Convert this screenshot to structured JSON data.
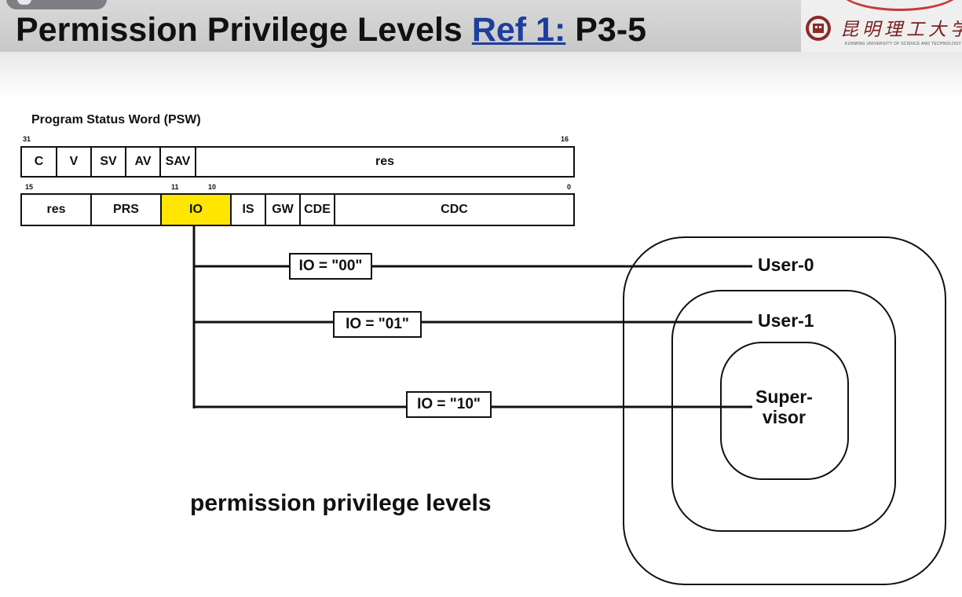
{
  "header": {
    "title": "Permission Privilege Levels",
    "ref_link": "Ref 1:",
    "page_ref": "P3-5",
    "university_name": "昆明理工大学",
    "university_sub": "KUNMING UNIVERSITY OF SCIENCE AND TECHNOLOGY"
  },
  "psw": {
    "title": "Program Status Word (PSW)",
    "upper_bits": {
      "left": "31",
      "right": "16"
    },
    "lower_bits": {
      "left": "15",
      "mid1": "11",
      "mid2": "10",
      "right": "0"
    },
    "upper_fields": [
      "C",
      "V",
      "SV",
      "AV",
      "SAV",
      "res"
    ],
    "lower_fields": [
      "res",
      "PRS",
      "IO",
      "IS",
      "GW",
      "CDE",
      "CDC"
    ],
    "highlight_color": "#ffe600"
  },
  "levels": [
    {
      "io": "IO = \"00\"",
      "name": "User-0"
    },
    {
      "io": "IO = \"01\"",
      "name": "User-1"
    },
    {
      "io": "IO = \"10\"",
      "name": "Super-\nvisor"
    }
  ],
  "caption": "permission privilege levels"
}
